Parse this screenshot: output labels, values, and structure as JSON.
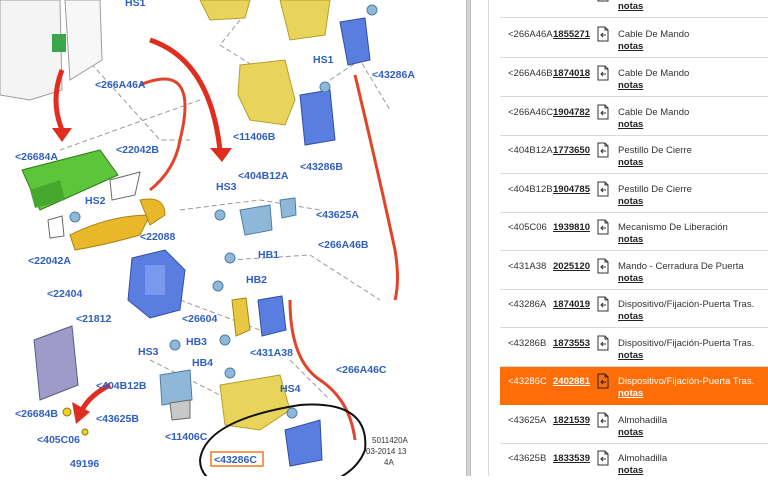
{
  "diagram": {
    "labels": {
      "hs1_top": "HS1",
      "l43286A": "<43286A",
      "hs1": "HS1",
      "l266A46A": "<266A46A",
      "l11406B": "<11406B",
      "l43286B": "<43286B",
      "l26684A": "<26684A",
      "l22042B": "<22042B",
      "l404B12A": "<404B12A",
      "hs2": "HS2",
      "hs3": "HS3",
      "l43625A": "<43625A",
      "l22088": "<22088",
      "l266A46B": "<266A46B",
      "l22042A": "<22042A",
      "hb1": "HB1",
      "l22404": "<22404",
      "hb2": "HB2",
      "l21812": "<21812",
      "l26604": "<26604",
      "hs3b": "HS3",
      "hb3": "HB3",
      "l431A38": "<431A38",
      "hb4": "HB4",
      "l266A46C": "<266A46C",
      "l404B12B": "<404B12B",
      "hs4": "HS4",
      "l26684B": "<26684B",
      "l43625B": "<43625B",
      "l405C06": "<405C06",
      "l11406C": "<11406C",
      "l43286C": "<43286C",
      "n49196": "49196",
      "ref1": "5011420A",
      "ref2": "03-2014 13",
      "ref3": "4A"
    }
  },
  "parts": [
    {
      "code": "",
      "number": "",
      "description": "",
      "notes": "notas",
      "highlight": false
    },
    {
      "code": "<266A46A",
      "number": "1855271",
      "description": "Cable De Mando",
      "notes": "notas",
      "highlight": false
    },
    {
      "code": "<266A46B",
      "number": "1874018",
      "description": "Cable De Mando",
      "notes": "notas",
      "highlight": false
    },
    {
      "code": "<266A46C",
      "number": "1904782",
      "description": "Cable De Mando",
      "notes": "notas",
      "highlight": false
    },
    {
      "code": "<404B12A",
      "number": "1773650",
      "description": "Pestillo De Cierre",
      "notes": "notas",
      "highlight": false
    },
    {
      "code": "<404B12B",
      "number": "1904785",
      "description": "Pestillo De Cierre",
      "notes": "notas",
      "highlight": false
    },
    {
      "code": "<405C06",
      "number": "1939810",
      "description": "Mecanismo De Liberación",
      "notes": "notas",
      "highlight": false
    },
    {
      "code": "<431A38",
      "number": "2025120",
      "description": "Mando - Cerradura De Puerta",
      "notes": "notas",
      "highlight": false
    },
    {
      "code": "<43286A",
      "number": "1874019",
      "description": "Dispositivo/Fijación-Puerta Tras.",
      "notes": "notas",
      "highlight": false
    },
    {
      "code": "<43286B",
      "number": "1873553",
      "description": "Dispositivo/Fijación-Puerta Tras.",
      "notes": "notas",
      "highlight": false
    },
    {
      "code": "<43286C",
      "number": "2402881",
      "description": "Dispositivo/Fijación-Puerta Tras.",
      "notes": "notas",
      "highlight": true
    },
    {
      "code": "<43625A",
      "number": "1821539",
      "description": "Almohadilla",
      "notes": "notas",
      "highlight": false
    },
    {
      "code": "<43625B",
      "number": "1833539",
      "description": "Almohadilla",
      "notes": "notas",
      "highlight": false
    }
  ]
}
